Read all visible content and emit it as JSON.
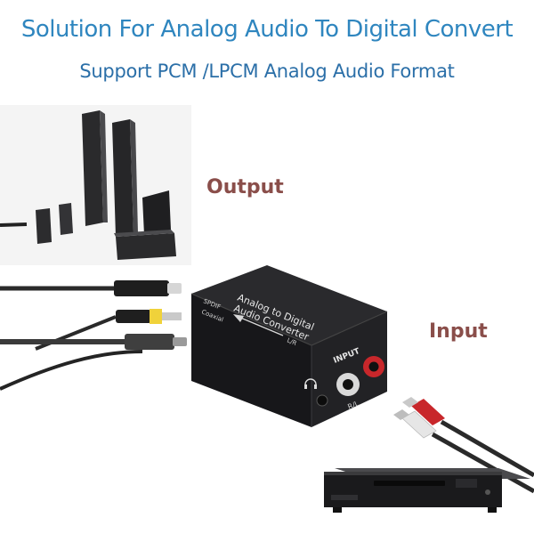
{
  "header": {
    "title": "Solution For Analog Audio To  Digital Convert",
    "subtitle": "Support PCM /LPCM Analog Audio Format"
  },
  "callouts": {
    "output": "Output",
    "input": "Input"
  },
  "device": {
    "top_label_line1": "Analog to Digital",
    "top_label_line2": "Audio Converter",
    "spdif_label": "SPDIF",
    "coaxial_label": "Coaxial",
    "lr_label": "L/R",
    "input_label": "INPUT",
    "rl_label": "R/L"
  },
  "colors": {
    "title_blue": "#2f86bf",
    "callout_brown": "#8a4e4a",
    "device_body": "#1b1b1d",
    "rca_red": "#c8272b",
    "rca_white": "#e6e6e6",
    "rca_yellow": "#f0d23a"
  }
}
